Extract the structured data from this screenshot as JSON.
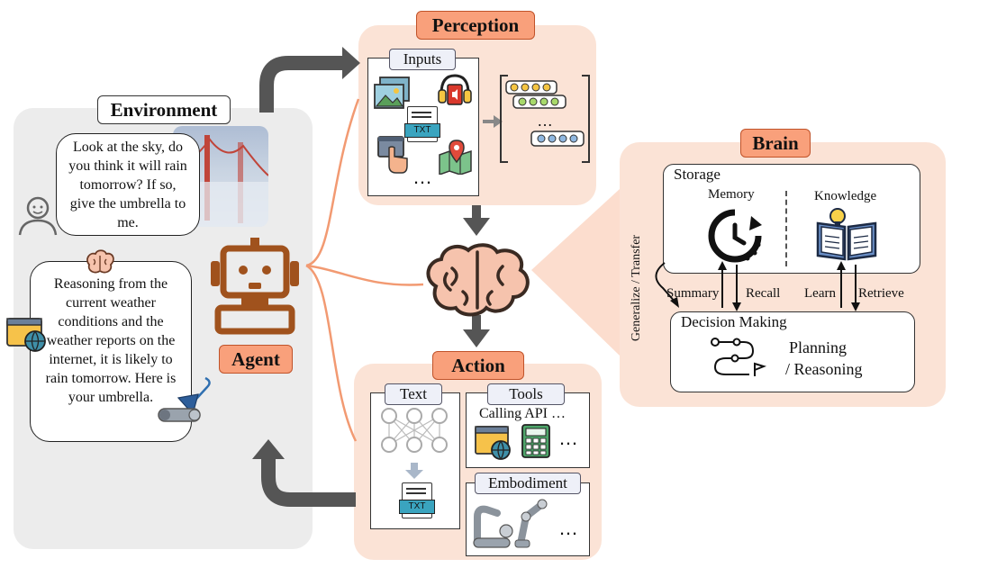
{
  "environment": {
    "title": "Environment",
    "user_message": "Look at the sky, do you think it will rain tomorrow? If so, give the umbrella to me.",
    "agent_reply": "Reasoning from the current weather conditions and the weather reports on the internet, it is likely to rain tomorrow. Here is your umbrella."
  },
  "agent": {
    "label": "Agent"
  },
  "perception": {
    "title": "Perception",
    "inputs_label": "Inputs",
    "txt_icon_label": "TXT",
    "ellipsis": "…",
    "vector_ellipsis": "…"
  },
  "brain": {
    "title": "Brain",
    "storage_label": "Storage",
    "memory_label": "Memory",
    "knowledge_label": "Knowledge",
    "summary_label": "Summary",
    "recall_label": "Recall",
    "learn_label": "Learn",
    "retrieve_label": "Retrieve",
    "generalize_label": "Generalize / Transfer",
    "decision_label": "Decision Making",
    "planning_label": "Planning",
    "reasoning_label": "/ Reasoning"
  },
  "action": {
    "title": "Action",
    "text_label": "Text",
    "tools_label": "Tools",
    "calling_api_label": "Calling API …",
    "tools_ellipsis": "…",
    "embodiment_label": "Embodiment",
    "embodiment_ellipsis": "…",
    "txt_icon_label": "TXT"
  },
  "colors": {
    "panel_orange": "#fbe3d6",
    "title_orange": "#f9a07b",
    "agent_brown": "#a0521d",
    "arrow_gray": "#555555",
    "env_gray": "#ececec"
  }
}
